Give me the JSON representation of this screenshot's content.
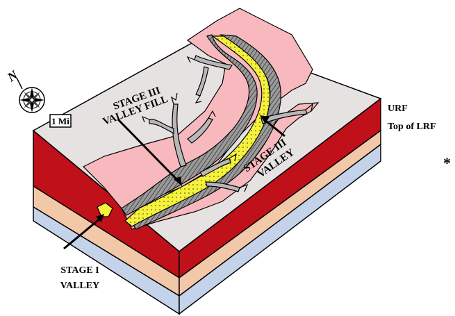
{
  "compass": {
    "north_label": "N",
    "icon": "compass-rose-icon"
  },
  "scale": {
    "label": "1 Mi"
  },
  "labels": {
    "stage3_fill_line1": "STAGE III",
    "stage3_fill_line2": "VALLEY FILL",
    "stage3_valley_line1": "STAGE III",
    "stage3_valley_line2": "VALLEY",
    "stage1_valley_line1": "STAGE I",
    "stage1_valley_line2": "VALLEY",
    "urf": "URF",
    "top_lrf": "Top of LRF",
    "asterisk": "*"
  },
  "colors": {
    "top_surface": "#e6e2e2",
    "valley_pink": "#f7b9bd",
    "red_layer": "#c0101a",
    "peach_layer": "#f2c8a8",
    "blue_layer": "#c4d2ea",
    "fill_yellow": "#f5f23a",
    "hatch_gray": "#8a8a8a"
  }
}
